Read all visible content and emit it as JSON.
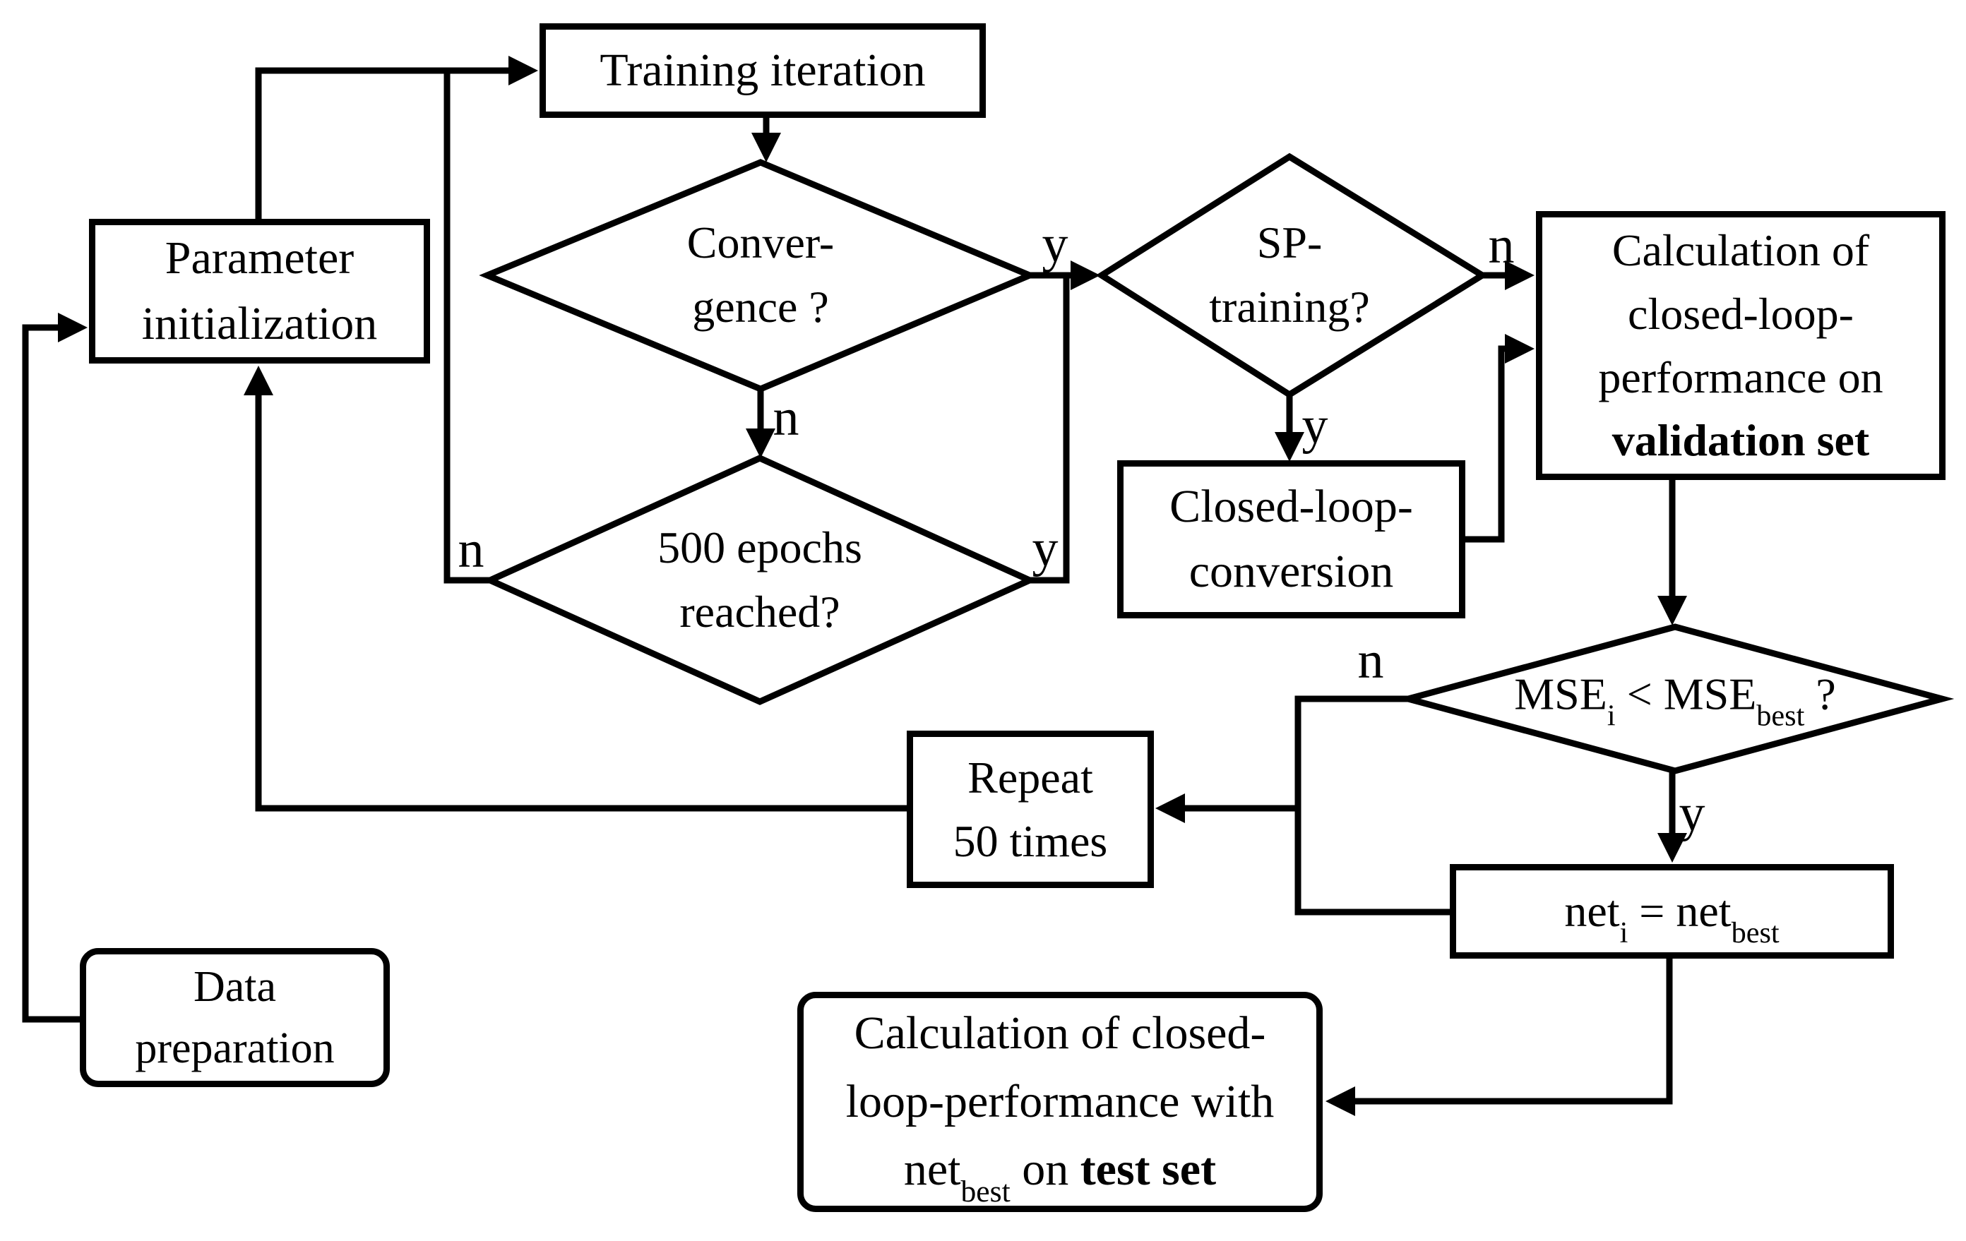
{
  "diagram": {
    "background_color": "#ffffff",
    "line_color": "#000000",
    "nodes": {
      "training": {
        "label": "Training iteration"
      },
      "param_init": {
        "line1": "Parameter",
        "line2": "initialization"
      },
      "data_prep": {
        "line1": "Data",
        "line2": "preparation"
      },
      "convergence": {
        "line1": "Conver-",
        "line2": "gence ?"
      },
      "epochs": {
        "line1": "500 epochs",
        "line2": "reached?"
      },
      "sp": {
        "line1": "SP-",
        "line2": "training?"
      },
      "conversion": {
        "line1": "Closed-loop-",
        "line2": "conversion"
      },
      "validation": {
        "line1": "Calculation of",
        "line2": "closed-loop-",
        "line3": "performance on",
        "line4_bold": "validation set"
      },
      "mse": {
        "t1": "MSE",
        "sub1": "i",
        "t2": " < MSE",
        "sub2": "best",
        "t3": " ?"
      },
      "repeat": {
        "line1": "Repeat",
        "line2": "50 times"
      },
      "net": {
        "t1": "net",
        "sub1": "i",
        "t2": " = net",
        "sub2": "best"
      },
      "test": {
        "line1": "Calculation of closed-",
        "line2": "loop-performance with",
        "t1": "net",
        "sub1": "best",
        "t2": " on ",
        "bold1": "test set"
      }
    },
    "edge_labels": {
      "convergence_yes": "y",
      "convergence_no": "n",
      "epochs_yes": "y",
      "epochs_no": "n",
      "sp_yes": "y",
      "sp_no": "n",
      "mse_yes": "y",
      "mse_no": "n"
    }
  }
}
